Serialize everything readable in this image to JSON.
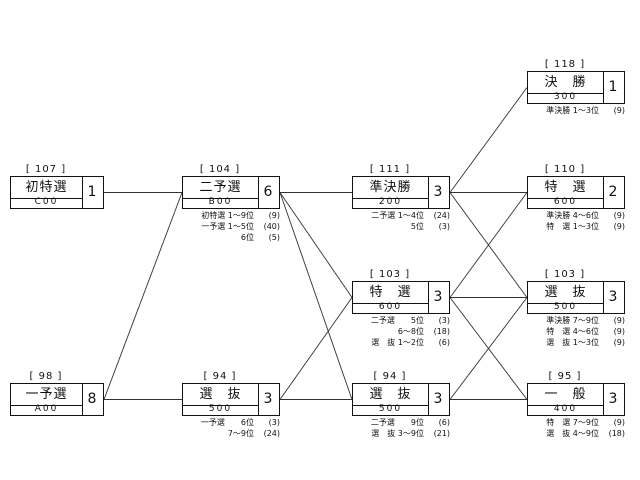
{
  "nodes": {
    "shotokusen": {
      "number": "[ 107 ]",
      "name": "初特選",
      "code": "C00",
      "count": "1",
      "notes": []
    },
    "ichiyosen": {
      "number": "[ 98 ]",
      "name": "一予選",
      "code": "A00",
      "count": "8",
      "notes": []
    },
    "niyosen": {
      "number": "[ 104 ]",
      "name": "二予選",
      "code": "B00",
      "count": "6",
      "notes": [
        {
          "text": "初特選 1～9位",
          "value": "(9)"
        },
        {
          "text": "一予選 1～5位",
          "value": "(40)"
        },
        {
          "text": "6位",
          "value": "(5)"
        }
      ]
    },
    "senbatsu_r1": {
      "number": "[ 94 ]",
      "name": "選　抜",
      "code": "500",
      "count": "3",
      "notes": [
        {
          "text": "一予選　　6位",
          "value": "(3)"
        },
        {
          "text": "7～9位",
          "value": "(24)"
        }
      ]
    },
    "junkessho": {
      "number": "[ 111 ]",
      "name": "準決勝",
      "code": "200",
      "count": "3",
      "notes": [
        {
          "text": "二予選 1～4位",
          "value": "(24)"
        },
        {
          "text": "5位",
          "value": "(3)"
        }
      ]
    },
    "tokusen_r2": {
      "number": "[ 103 ]",
      "name": "特　選",
      "code": "600",
      "count": "3",
      "notes": [
        {
          "text": "二予選　　5位",
          "value": "(3)"
        },
        {
          "text": "6～8位",
          "value": "(18)"
        },
        {
          "text": "選　抜 1～2位",
          "value": "(6)"
        }
      ]
    },
    "senbatsu_r2": {
      "number": "[ 94 ]",
      "name": "選　抜",
      "code": "500",
      "count": "3",
      "notes": [
        {
          "text": "二予選　　9位",
          "value": "(6)"
        },
        {
          "text": "選　抜 3～9位",
          "value": "(21)"
        }
      ]
    },
    "kessho": {
      "number": "[ 118 ]",
      "name": "決　勝",
      "code": "300",
      "count": "1",
      "notes": [
        {
          "text": "準決勝 1～3位",
          "value": "(9)"
        }
      ]
    },
    "tokusen_r3": {
      "number": "[ 110 ]",
      "name": "特　選",
      "code": "600",
      "count": "2",
      "notes": [
        {
          "text": "準決勝 4～6位",
          "value": "(9)"
        },
        {
          "text": "特　選 1～3位",
          "value": "(9)"
        }
      ]
    },
    "senbatsu_r3": {
      "number": "[ 103 ]",
      "name": "選　抜",
      "code": "500",
      "count": "3",
      "notes": [
        {
          "text": "準決勝 7～9位",
          "value": "(9)"
        },
        {
          "text": "特　選 4～6位",
          "value": "(9)"
        },
        {
          "text": "選　抜 1～3位",
          "value": "(9)"
        }
      ]
    },
    "ippan": {
      "number": "[ 95 ]",
      "name": "一　般",
      "code": "400",
      "count": "3",
      "notes": [
        {
          "text": "特　選 7～9位",
          "value": "(9)"
        },
        {
          "text": "選　抜 4～9位",
          "value": "(18)"
        }
      ]
    }
  }
}
